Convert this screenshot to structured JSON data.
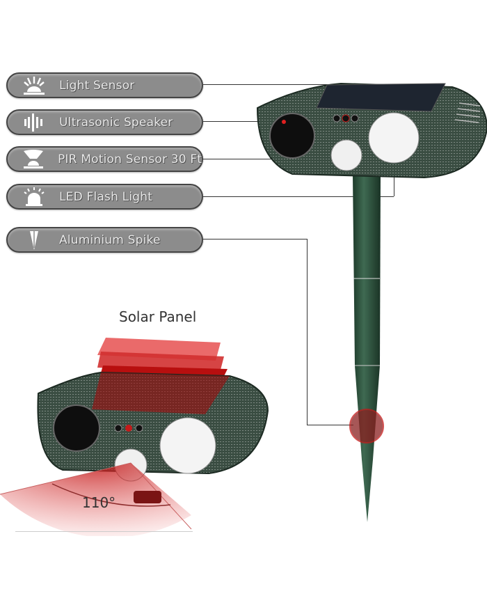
{
  "labels": [
    {
      "id": "light-sensor",
      "icon": "sun-icon",
      "text": "Light Sensor"
    },
    {
      "id": "ultrasonic-speaker",
      "icon": "sound-wave-icon",
      "text": "Ultrasonic Speaker"
    },
    {
      "id": "pir-motion-sensor",
      "icon": "pir-sensor-icon",
      "text": "PIR  Motion Sensor 30 Ft"
    },
    {
      "id": "led-flash-light",
      "icon": "beacon-icon",
      "text": "LED Flash Light"
    },
    {
      "id": "aluminium-spike",
      "icon": "spike-icon",
      "text": "Aluminium Spike"
    }
  ],
  "captions": {
    "solar_panel": "Solar Panel",
    "detection_angle": "110°"
  },
  "colors": {
    "pill_fill": "#8c8c8c",
    "device_green": "#2e4f3c",
    "accent_red": "#c41a1a"
  }
}
